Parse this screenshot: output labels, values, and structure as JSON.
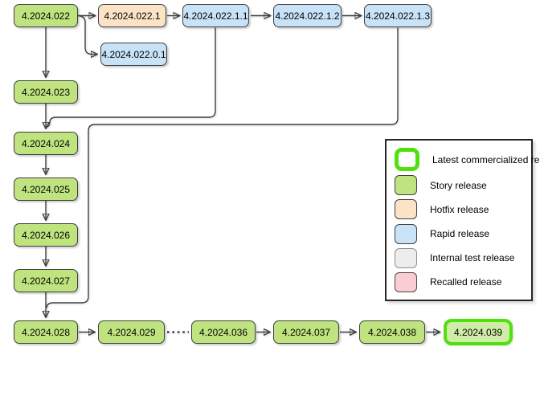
{
  "diagram": {
    "nodes": [
      {
        "id": "n022",
        "label": "4.2024.022",
        "type": "story"
      },
      {
        "id": "n022_1",
        "label": "4.2024.022.1",
        "type": "hotfix"
      },
      {
        "id": "n022_11",
        "label": "4.2024.022.1.1",
        "type": "rapid"
      },
      {
        "id": "n022_12",
        "label": "4.2024.022.1.2",
        "type": "rapid"
      },
      {
        "id": "n022_13",
        "label": "4.2024.022.1.3",
        "type": "rapid"
      },
      {
        "id": "n022_01",
        "label": "4.2024.022.0.1",
        "type": "rapid"
      },
      {
        "id": "n023",
        "label": "4.2024.023",
        "type": "story"
      },
      {
        "id": "n024",
        "label": "4.2024.024",
        "type": "story"
      },
      {
        "id": "n025",
        "label": "4.2024.025",
        "type": "story"
      },
      {
        "id": "n026",
        "label": "4.2024.026",
        "type": "story"
      },
      {
        "id": "n027",
        "label": "4.2024.027",
        "type": "story"
      },
      {
        "id": "n028",
        "label": "4.2024.028",
        "type": "story"
      },
      {
        "id": "n029",
        "label": "4.2024.029",
        "type": "story"
      },
      {
        "id": "n036",
        "label": "4.2024.036",
        "type": "story"
      },
      {
        "id": "n037",
        "label": "4.2024.037",
        "type": "story"
      },
      {
        "id": "n038",
        "label": "4.2024.038",
        "type": "story"
      },
      {
        "id": "n039",
        "label": "4.2024.039",
        "type": "latest"
      }
    ],
    "edges": [
      {
        "from": "4.2024.022",
        "to": "4.2024.022.1",
        "style": "arrow"
      },
      {
        "from": "4.2024.022",
        "to": "4.2024.022.0.1",
        "style": "arrow"
      },
      {
        "from": "4.2024.022.1",
        "to": "4.2024.022.1.1",
        "style": "arrow"
      },
      {
        "from": "4.2024.022.1.1",
        "to": "4.2024.022.1.2",
        "style": "arrow"
      },
      {
        "from": "4.2024.022.1.2",
        "to": "4.2024.022.1.3",
        "style": "arrow"
      },
      {
        "from": "4.2024.022",
        "to": "4.2024.023",
        "style": "arrow"
      },
      {
        "from": "4.2024.023",
        "to": "4.2024.024",
        "style": "arrow"
      },
      {
        "from": "4.2024.022.1.1",
        "to": "4.2024.024",
        "style": "arrow"
      },
      {
        "from": "4.2024.024",
        "to": "4.2024.025",
        "style": "arrow"
      },
      {
        "from": "4.2024.025",
        "to": "4.2024.026",
        "style": "arrow"
      },
      {
        "from": "4.2024.026",
        "to": "4.2024.027",
        "style": "arrow"
      },
      {
        "from": "4.2024.027",
        "to": "4.2024.028",
        "style": "arrow"
      },
      {
        "from": "4.2024.022.1.3",
        "to": "4.2024.028",
        "style": "arrow"
      },
      {
        "from": "4.2024.028",
        "to": "4.2024.029",
        "style": "arrow"
      },
      {
        "from": "4.2024.029",
        "to": "4.2024.036",
        "style": "dotted"
      },
      {
        "from": "4.2024.036",
        "to": "4.2024.037",
        "style": "arrow"
      },
      {
        "from": "4.2024.037",
        "to": "4.2024.038",
        "style": "arrow"
      },
      {
        "from": "4.2024.038",
        "to": "4.2024.039",
        "style": "arrow"
      }
    ],
    "legend": {
      "items": [
        {
          "type": "latest",
          "label": "Latest commercialized release"
        },
        {
          "type": "story",
          "label": "Story release"
        },
        {
          "type": "hotfix",
          "label": "Hotfix release"
        },
        {
          "type": "rapid",
          "label": "Rapid release"
        },
        {
          "type": "internal",
          "label": "Internal test release"
        },
        {
          "type": "recalled",
          "label": "Recalled release"
        }
      ]
    },
    "colors": {
      "story_fill": "#bfe47f",
      "hotfix_fill": "#fce3c6",
      "rapid_fill": "#c8e2f8",
      "latest_fill": "#cfeda6",
      "latest_border": "#4fe00e",
      "internal_fill": "#ededed",
      "recalled_fill": "#f9cdd2",
      "node_border": "#3f3f3f",
      "connector": "#3f3f3f"
    }
  }
}
